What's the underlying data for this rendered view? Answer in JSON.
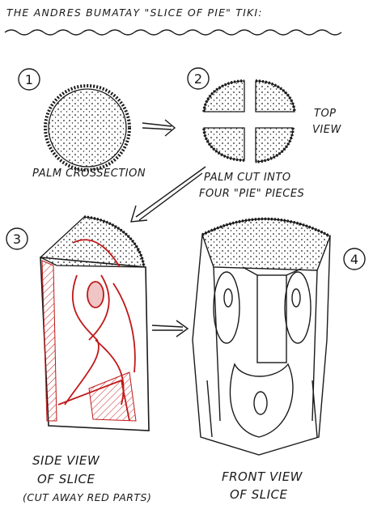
{
  "title": "THE ANDRES BUMATAY \"SLICE OF PIE\" TIKI:",
  "steps": [
    "1",
    "2",
    "3",
    "4"
  ],
  "labels": {
    "top_view_1": "TOP",
    "top_view_2": "VIEW",
    "palm_crossection": "PALM CROSSECTION",
    "palm_cut_1": "PALM CUT INTO",
    "palm_cut_2": "FOUR \"PIE\" PIECES",
    "side_view_1": "SIDE VIEW",
    "side_view_2": "OF SLICE",
    "side_view_3": "(CUT AWAY RED PARTS)",
    "front_view_1": "FRONT VIEW",
    "front_view_2": "OF SLICE"
  },
  "colors": {
    "ink": "#1a1a1a",
    "red": "#c01818"
  }
}
